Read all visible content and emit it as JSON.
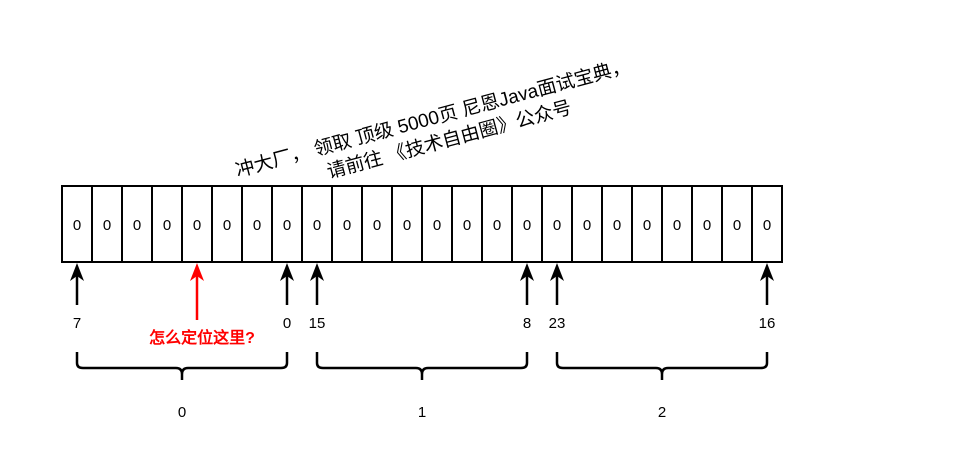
{
  "banner": {
    "line1": "冲大厂， 领取 顶级  5000页 尼恩Java面试宝典，",
    "line2": "请前往 《技术自由圈》公众号"
  },
  "cells": [
    "0",
    "0",
    "0",
    "0",
    "0",
    "0",
    "0",
    "0",
    "0",
    "0",
    "0",
    "0",
    "0",
    "0",
    "0",
    "0",
    "0",
    "0",
    "0",
    "0",
    "0",
    "0",
    "0",
    "0"
  ],
  "bit_labels": [
    {
      "cell": 0,
      "text": "7"
    },
    {
      "cell": 7,
      "text": "0"
    },
    {
      "cell": 8,
      "text": "15"
    },
    {
      "cell": 15,
      "text": "8"
    },
    {
      "cell": 16,
      "text": "23"
    },
    {
      "cell": 23,
      "text": "16"
    }
  ],
  "question": {
    "cell": 4,
    "text": "怎么定位这里?",
    "color": "#ff0000"
  },
  "groups": [
    {
      "from": 0,
      "to": 7,
      "label": "0"
    },
    {
      "from": 8,
      "to": 15,
      "label": "1"
    },
    {
      "from": 16,
      "to": 23,
      "label": "2"
    }
  ]
}
